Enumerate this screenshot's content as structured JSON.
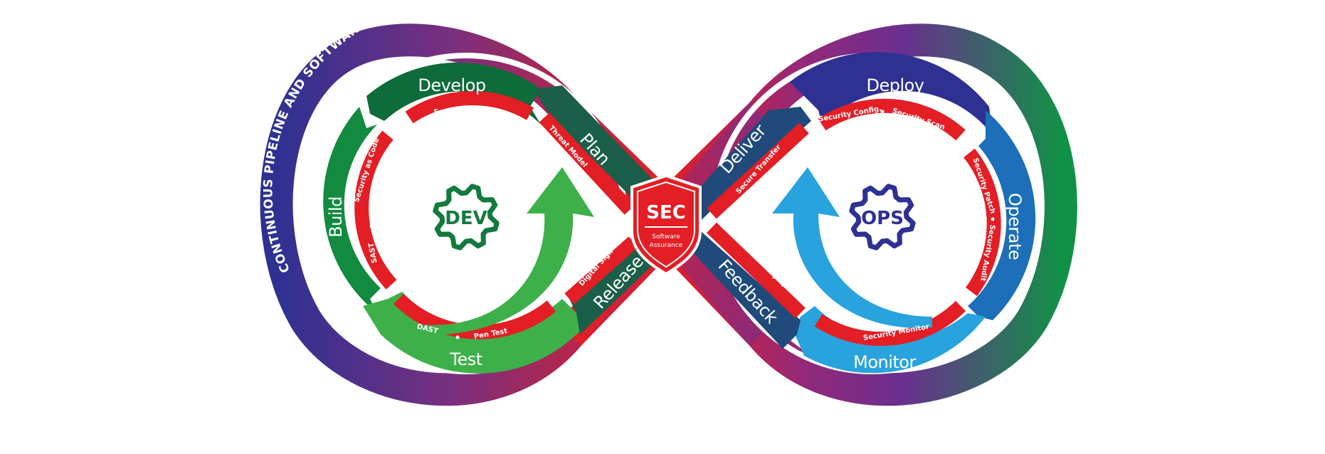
{
  "title": "Continuous Pipeline and Software Assurance Improvements",
  "center_badge": {
    "title": "SEC",
    "subtitle_line1": "Software",
    "subtitle_line2": "Assurance",
    "icon": "shield-icon",
    "color": "#e31e24"
  },
  "dev_loop": {
    "gear_label": "DEV",
    "gear_icon": "gear-icon",
    "gear_color": "#137a3e",
    "stages": [
      {
        "id": "plan",
        "label": "Plan",
        "practice": "Threat Model",
        "color": "#1b5e4a"
      },
      {
        "id": "develop",
        "label": "Develop",
        "practice": "Secure Coding",
        "color": "#0e6b3a"
      },
      {
        "id": "build",
        "label": "Build",
        "practice_1": "Security as Code",
        "practice_2": "SAST",
        "color": "#128a3f"
      },
      {
        "id": "test",
        "label": "Test",
        "practice_1": "DAST",
        "practice_2": "Pen Test",
        "color": "#3db04a"
      },
      {
        "id": "release",
        "label": "Release",
        "practice": "Digital Sign",
        "color": "#1b5e4a"
      }
    ],
    "arrow_color": "#3db04a"
  },
  "ops_loop": {
    "gear_label": "OPS",
    "gear_icon": "gear-icon",
    "gear_color": "#2e3192",
    "stages": [
      {
        "id": "deliver",
        "label": "Deliver",
        "practice": "Secure Transfer",
        "color": "#1f4a7a"
      },
      {
        "id": "deploy",
        "label": "Deploy",
        "practice_1": "Security Config.",
        "practice_2": "Security Scan",
        "color": "#2e3192"
      },
      {
        "id": "operate",
        "label": "Operate",
        "practice_1": "Security Patch",
        "practice_2": "Security Audit",
        "color": "#1c6fb8"
      },
      {
        "id": "monitor",
        "label": "Monitor",
        "practice": "Security Monitor",
        "color": "#29a3dd"
      },
      {
        "id": "feedback",
        "label": "Feedback",
        "practice": "Security Analysis",
        "color": "#1f4a7a"
      }
    ],
    "arrow_color": "#29a3dd"
  },
  "colors": {
    "practice_ribbon": "#e31e24",
    "outer_band_left": "#2e3192",
    "outer_band_mid": "#e31e24",
    "outer_band_right": "#119146"
  }
}
